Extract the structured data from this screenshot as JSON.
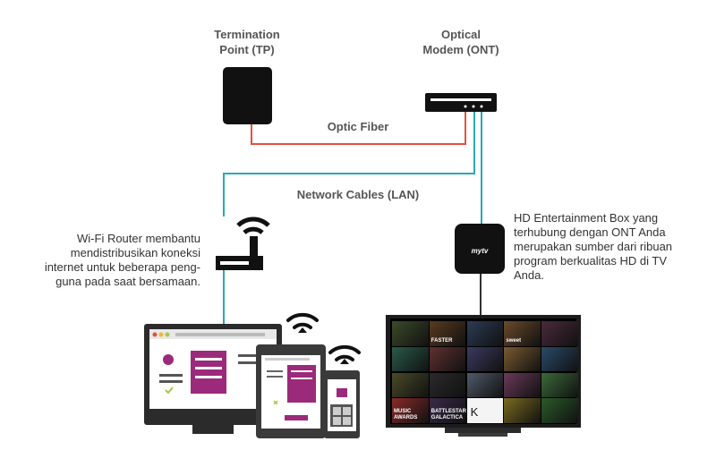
{
  "labels": {
    "tp_line1": "Termination",
    "tp_line2": "Point (TP)",
    "ont_line1": "Optical",
    "ont_line2": "Modem (ONT)",
    "optic_fiber": "Optic Fiber",
    "lan": "Network Cables (LAN)",
    "box_brand": "mytv"
  },
  "descriptions": {
    "router": [
      "Wi-Fi Router membantu",
      "mendistribusikan koneksi",
      "internet untuk beberapa peng-",
      "guna pada saat bersamaan."
    ],
    "hd_box": [
      "HD Entertainment Box yang",
      "terhubung dengan ONT Anda",
      "merupakan sumber dari ribuan",
      "program berkualitas HD di TV",
      "Anda."
    ]
  },
  "tv_tiles": {
    "row1_col2": "FASTER",
    "row1_col4": "sweet",
    "row4_col1": "MUSIC AWARDS",
    "row4_col2": "BATTLESTAR GALACTICA",
    "row4_col3": "K"
  },
  "colors": {
    "fiber": "#e0533f",
    "lan": "#2aa8b3",
    "device_dark": "#222222",
    "accent_purple": "#9b2a7a",
    "accent_green": "#a6c84a"
  }
}
